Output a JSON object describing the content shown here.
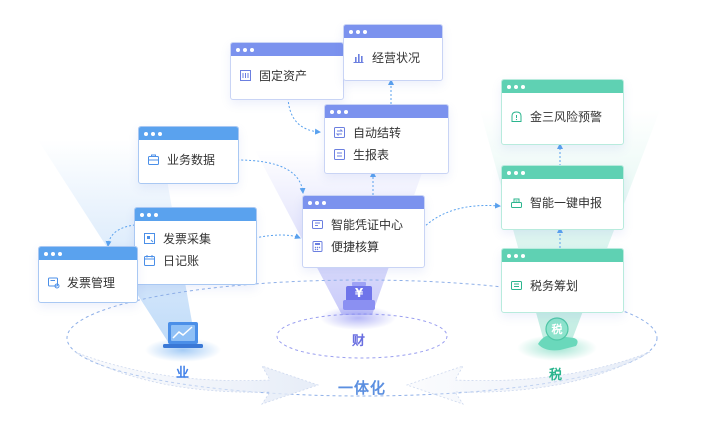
{
  "cards": {
    "gudingzichan": "固定资产",
    "jingyingzhuangkuang": "经营状况",
    "zidongjiezhuan": "自动结转",
    "shengbaobiao": "生报表",
    "yewushuju": "业务数据",
    "zhinengpingzheng": "智能凭证中心",
    "bianjiehesuan": "便捷核算",
    "fapiaocaiji": "发票采集",
    "rijizhang": "日记账",
    "fapiaoguanli": "发票管理",
    "jinsanfengxian": "金三风险预警",
    "zhinengshenbao": "智能一键申报",
    "shuiwuchouhua": "税务筹划"
  },
  "labels": {
    "ye": "业",
    "cai": "财",
    "shui": "税",
    "yitihua": "一体化",
    "yuan_symbol": "¥",
    "shui_badge": "税"
  },
  "colors": {
    "purple_bar": "#7b92ee",
    "blue_bar": "#5aa2ee",
    "green_bar": "#5fd1b3",
    "label_blue": "#3f7fe8",
    "label_purple": "#6a6fe0",
    "label_green": "#2bb58e"
  }
}
